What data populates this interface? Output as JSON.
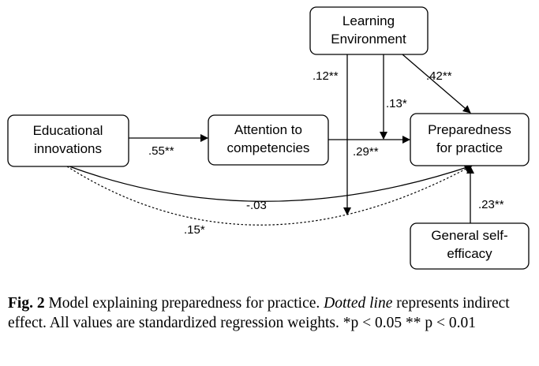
{
  "nodes": {
    "learning_environment": {
      "lines": [
        "Learning",
        "Environment"
      ]
    },
    "educational_innovations": {
      "lines": [
        "Educational",
        "innovations"
      ]
    },
    "attention_to_competencies": {
      "lines": [
        "Attention to",
        "competencies"
      ]
    },
    "preparedness_for_practice": {
      "lines": [
        "Preparedness",
        "for practice"
      ]
    },
    "general_self_efficacy": {
      "lines": [
        "General self-",
        "efficacy"
      ]
    }
  },
  "edges": {
    "edu_to_attention": ".55**",
    "attention_to_prep": ".29**",
    "learning_to_prep": ".42**",
    "learning_moderation_attention": ".13*",
    "learning_moderation_indirect": ".12**",
    "edu_to_prep_direct": "-.03",
    "edu_to_prep_indirect": ".15*",
    "efficacy_to_prep": ".23**"
  },
  "caption": {
    "fig_label": "Fig. 2",
    "text1": " Model explaining preparedness for practice. ",
    "italic_term": "Dotted line",
    "text2": " represents indirect effect. All values are standardized regression weights. ",
    "notes": "*p < 0.05 ** p < 0.01"
  }
}
